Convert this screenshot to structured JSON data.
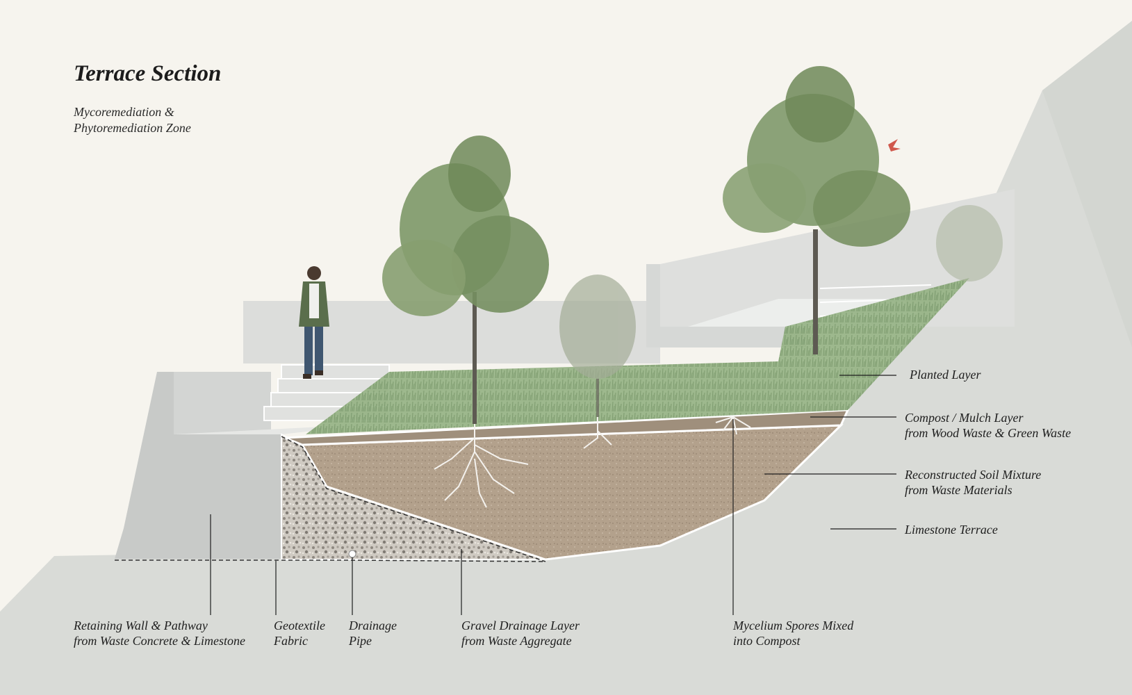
{
  "title": "Terrace Section",
  "subtitle": [
    "Mycoremediation &",
    "Phytoremediation Zone"
  ],
  "right_labels": [
    {
      "id": "planted-layer",
      "lines": [
        "Planted Layer"
      ]
    },
    {
      "id": "compost-mulch-layer",
      "lines": [
        "Compost / Mulch Layer",
        "from Wood Waste & Green Waste"
      ]
    },
    {
      "id": "reconstructed-soil",
      "lines": [
        "Reconstructed Soil Mixture",
        "from Waste Materials"
      ]
    },
    {
      "id": "limestone-terrace",
      "lines": [
        "Limestone Terrace"
      ]
    }
  ],
  "bottom_labels": [
    {
      "id": "retaining-wall",
      "lines": [
        "Retaining Wall & Pathway",
        "from Waste Concrete & Limestone"
      ]
    },
    {
      "id": "geotextile-fabric",
      "lines": [
        "Geotextile",
        "Fabric"
      ]
    },
    {
      "id": "drainage-pipe",
      "lines": [
        "Drainage",
        "Pipe"
      ]
    },
    {
      "id": "gravel-drainage",
      "lines": [
        "Gravel Drainage Layer",
        "from Waste Aggregate"
      ]
    },
    {
      "id": "mycelium-spores",
      "lines": [
        "Mycelium Spores Mixed",
        "into Compost"
      ]
    }
  ],
  "colors": {
    "background": "#f6f4ee",
    "limestone": "#dadcd8",
    "concrete_wall": "#c6c8c6",
    "soil": "#b09e8a",
    "gravel": "#c9c4bc",
    "grass": "#8fae7e",
    "tree_foliage": "#7d9766",
    "leader_line": "#1e1e1e"
  }
}
